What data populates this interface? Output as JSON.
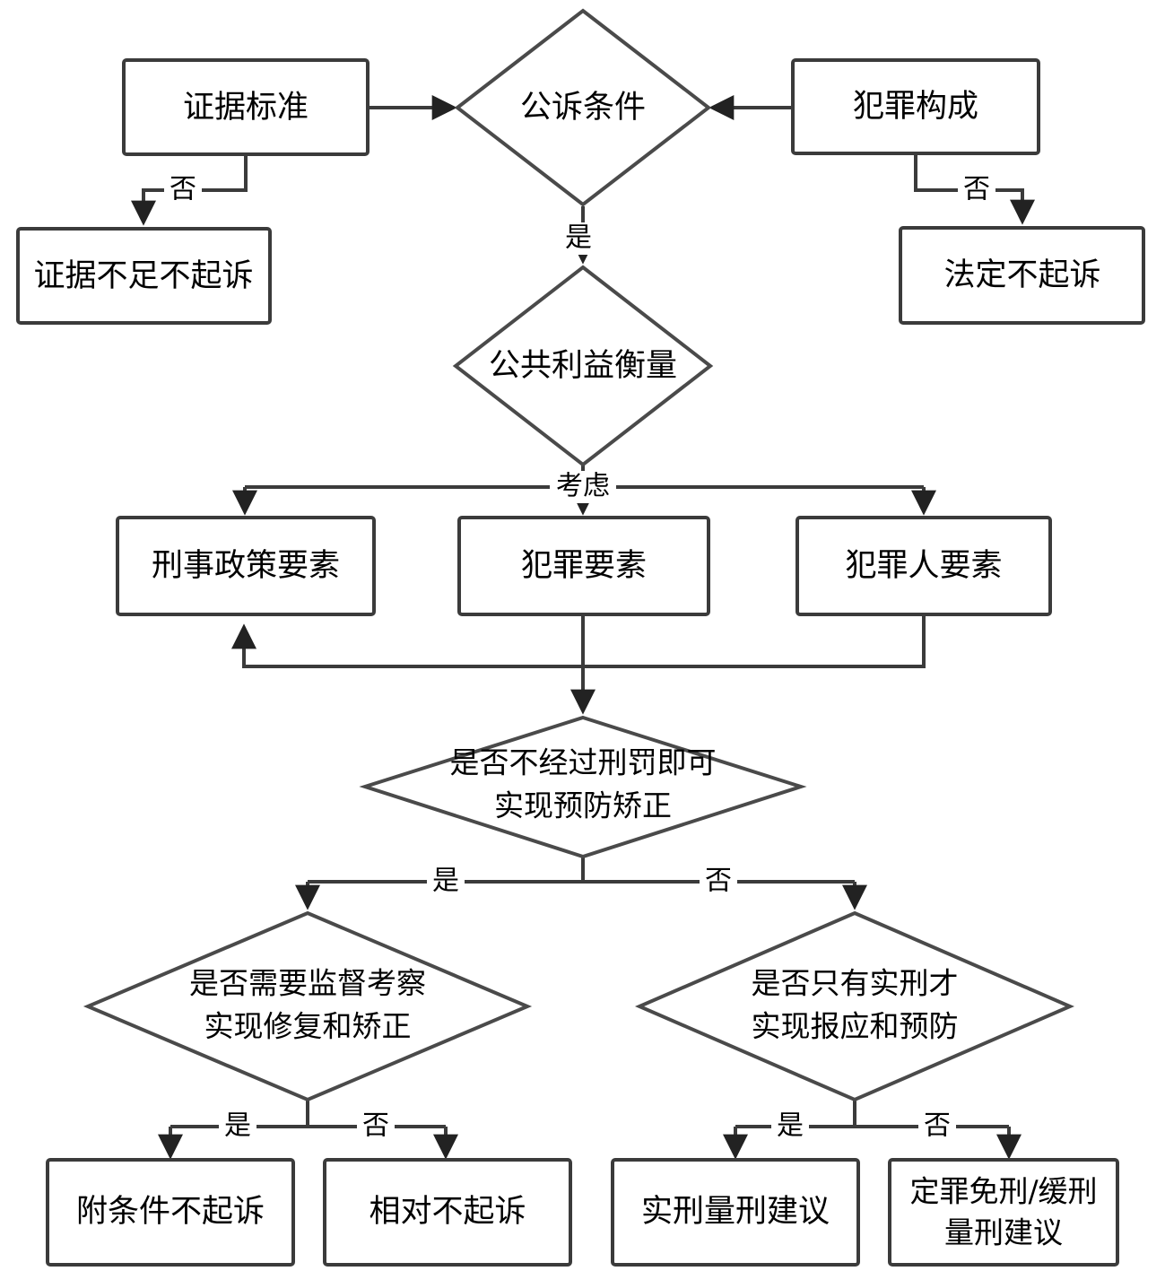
{
  "diagram": {
    "type": "flowchart",
    "orientation": "top-down",
    "title_visible": false,
    "stroke_color": "#3b3b3b",
    "fill_color": "#ffffff",
    "text_color": "#000000"
  },
  "nodes": {
    "evidence_standard": {
      "label": "证据标准",
      "shape": "rect"
    },
    "prosecution_conditions": {
      "label": "公诉条件",
      "shape": "diamond"
    },
    "crime_constitution": {
      "label": "犯罪构成",
      "shape": "rect"
    },
    "insufficient_evidence": {
      "label": "证据不足不起诉",
      "shape": "rect"
    },
    "statutory_non_prosecution": {
      "label": "法定不起诉",
      "shape": "rect"
    },
    "public_interest": {
      "label": "公共利益衡量",
      "shape": "diamond"
    },
    "criminal_policy_factor": {
      "label": "刑事政策要素",
      "shape": "rect"
    },
    "crime_factor": {
      "label": "犯罪要素",
      "shape": "rect"
    },
    "offender_factor": {
      "label": "犯罪人要素",
      "shape": "rect"
    },
    "no_punishment_decision": {
      "shape": "diamond",
      "line1": "是否不经过刑罚即可",
      "line2": "实现预防矫正"
    },
    "supervision_decision": {
      "shape": "diamond",
      "line1": "是否需要监督考察",
      "line2": "实现修复和矫正"
    },
    "real_sentence_decision": {
      "shape": "diamond",
      "line1": "是否只有实刑才",
      "line2": "实现报应和预防"
    },
    "conditional_non_prosecution": {
      "label": "附条件不起诉",
      "shape": "rect"
    },
    "relative_non_prosecution": {
      "label": "相对不起诉",
      "shape": "rect"
    },
    "real_sentence_recommendation": {
      "label": "实刑量刑建议",
      "shape": "rect"
    },
    "exemption_recommendation": {
      "shape": "rect",
      "line1": "定罪免刑/缓刑",
      "line2": "量刑建议"
    }
  },
  "edge_labels": {
    "evidence_no": "否",
    "crime_no": "否",
    "prosecution_yes": "是",
    "public_interest_consider": "考虑",
    "no_punishment_yes": "是",
    "no_punishment_no": "否",
    "supervision_yes": "是",
    "supervision_no": "否",
    "real_sentence_yes": "是",
    "real_sentence_no": "否"
  }
}
